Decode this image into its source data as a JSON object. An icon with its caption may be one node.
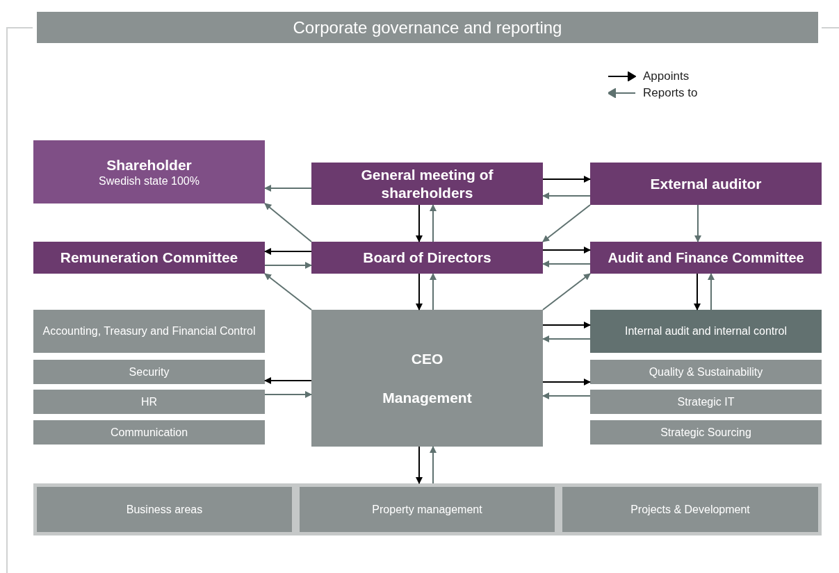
{
  "diagram": {
    "title": "Corporate governance and reporting",
    "nodes": [
      {
        "text": [
          "Shareholder",
          "Swedish state 100%"
        ]
      },
      {
        "text": [
          "General meeting of shareholders"
        ]
      },
      {
        "text": [
          "External auditor"
        ]
      },
      {
        "text": [
          "Remuneration Committee"
        ]
      },
      {
        "text": [
          "Board of Directors"
        ]
      },
      {
        "text": [
          "Audit and Finance Committee"
        ]
      },
      {
        "text": [
          "Accounting, Treasury and Financial Control"
        ]
      },
      {
        "text": [
          "Security"
        ]
      },
      {
        "text": [
          "HR"
        ]
      },
      {
        "text": [
          "Communication"
        ]
      },
      {
        "text": [
          "CEO",
          "Management"
        ]
      },
      {
        "text": [
          "Internal audit and internal control"
        ]
      },
      {
        "text": [
          "Quality & Sustainability"
        ]
      },
      {
        "text": [
          "Strategic IT"
        ]
      },
      {
        "text": [
          "Strategic Sourcing"
        ]
      },
      {
        "text": [],
        "shape": "bar"
      },
      {
        "text": [
          "Business areas"
        ],
        "in": 15
      },
      {
        "text": [
          "Property management"
        ],
        "in": 15
      },
      {
        "text": [
          "Projects & Development"
        ],
        "in": 15
      }
    ],
    "edges": [
      {
        "from": 1,
        "to": 0,
        "arrow": "to"
      },
      {
        "from": 1,
        "to": 2,
        "arrow": "to",
        "color": "#000000"
      },
      {
        "from": 2,
        "to": 1,
        "arrow": "to"
      },
      {
        "from": 2,
        "to": 5,
        "arrow": "to"
      },
      {
        "from": 2,
        "to": 4,
        "arrow": "to"
      },
      {
        "from": 1,
        "to": 4,
        "arrow": "to",
        "color": "#000000"
      },
      {
        "from": 4,
        "to": 1,
        "arrow": "to"
      },
      {
        "from": 4,
        "to": 0,
        "arrow": "to"
      },
      {
        "from": 4,
        "to": 3,
        "arrow": "to",
        "color": "#000000"
      },
      {
        "from": 3,
        "to": 4,
        "arrow": "to"
      },
      {
        "from": 4,
        "to": 5,
        "arrow": "to",
        "color": "#000000"
      },
      {
        "from": 5,
        "to": 4,
        "arrow": "to"
      },
      {
        "from": 10,
        "to": 3,
        "arrow": "to"
      },
      {
        "from": 10,
        "to": 5,
        "arrow": "to"
      },
      {
        "from": 4,
        "to": 10,
        "arrow": "to",
        "color": "#000000"
      },
      {
        "from": 10,
        "to": 4,
        "arrow": "to"
      },
      {
        "from": 5,
        "to": 11,
        "arrow": "to",
        "color": "#000000"
      },
      {
        "from": 11,
        "to": 5,
        "arrow": "to"
      },
      {
        "from": 10,
        "to": 11,
        "arrow": "to",
        "color": "#000000"
      },
      {
        "from": 11,
        "to": 10,
        "arrow": "to"
      },
      {
        "from": 10,
        "to": 7,
        "arrow": "to",
        "color": "#000000"
      },
      {
        "from": 8,
        "to": 10,
        "arrow": "to"
      },
      {
        "from": 10,
        "to": 12,
        "arrow": "to",
        "color": "#000000"
      },
      {
        "from": 13,
        "to": 10,
        "arrow": "to"
      },
      {
        "from": 10,
        "to": 15,
        "arrow": "to",
        "color": "#000000"
      },
      {
        "from": 15,
        "to": 10,
        "arrow": "to"
      }
    ],
    "legend": [
      {
        "text": "Appoints"
      },
      {
        "text": "Reports to"
      }
    ]
  }
}
